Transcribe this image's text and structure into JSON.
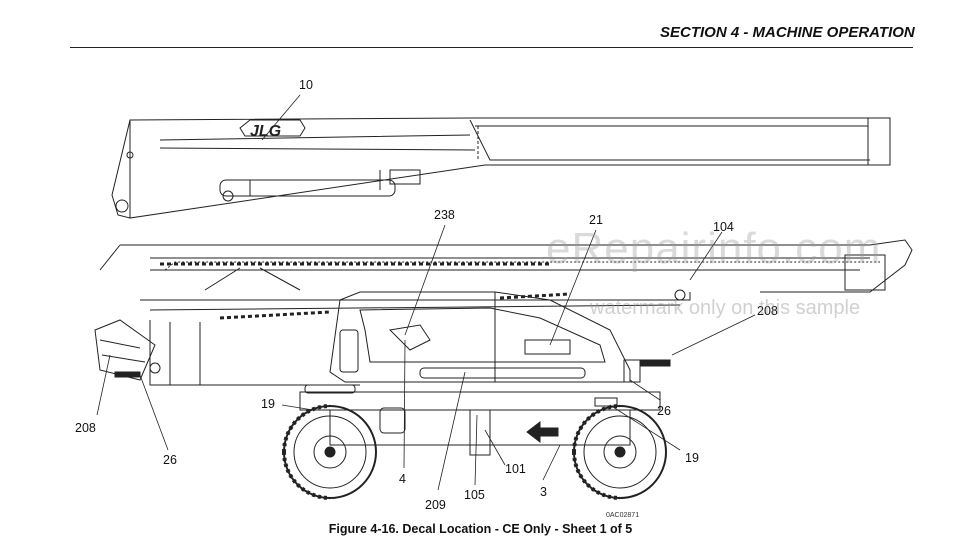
{
  "header": {
    "section_title": "SECTION 4 - MACHINE OPERATION"
  },
  "figure": {
    "caption": "Figure 4-16. Decal Location - CE Only - Sheet 1 of 5",
    "drawing_number": "0AC02871",
    "callouts": {
      "c10": "10",
      "c238": "238",
      "c21": "21",
      "c104": "104",
      "c208_right": "208",
      "c208_left": "208",
      "c19_left": "19",
      "c26_left": "26",
      "c26_right": "26",
      "c19_right": "19",
      "c4": "4",
      "c209": "209",
      "c105": "105",
      "c101": "101",
      "c3": "3"
    }
  },
  "watermark": {
    "site": "eRepairinfo.com",
    "note": "watermark only on this sample"
  }
}
